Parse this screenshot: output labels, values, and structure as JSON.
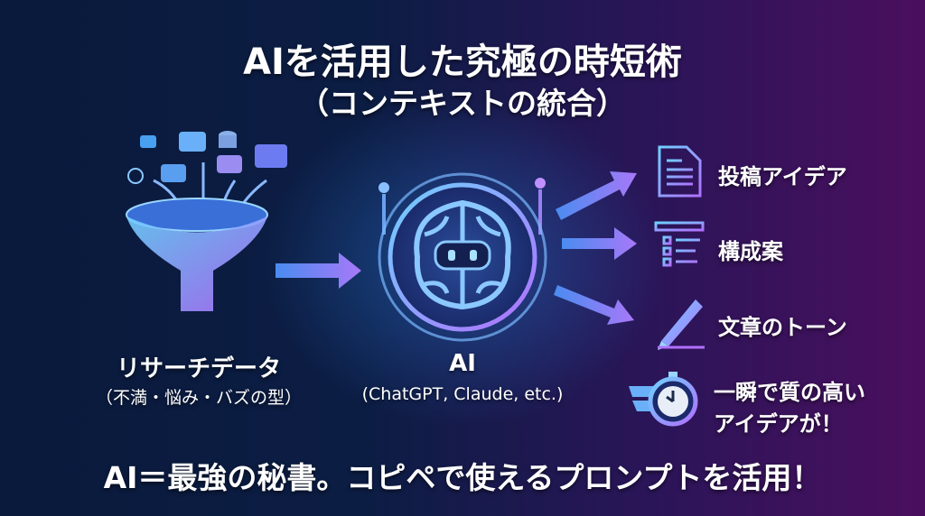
{
  "title": {
    "line1": "AIを活用した究極の時短術",
    "line2": "（コンテキストの統合）"
  },
  "source": {
    "label": "リサーチデータ",
    "sub": "（不満・悩み・バズの型）"
  },
  "ai": {
    "label": "AI",
    "sub": "(ChatGPT, Claude, etc.)"
  },
  "outputs": [
    {
      "label": "投稿アイデア",
      "icon": "document-icon"
    },
    {
      "label": "構成案",
      "icon": "outline-list-icon"
    },
    {
      "label": "文章のトーン",
      "icon": "pen-icon"
    }
  ],
  "result": {
    "line1": "一瞬で質の高い",
    "line2": "アイデアが！",
    "icon": "stopwatch-icon"
  },
  "footer": "AI＝最強の秘書。コピペで使えるプロンプトを活用！",
  "colors": {
    "accent_blue": "#5aa8ff",
    "accent_purple": "#b070ff"
  }
}
